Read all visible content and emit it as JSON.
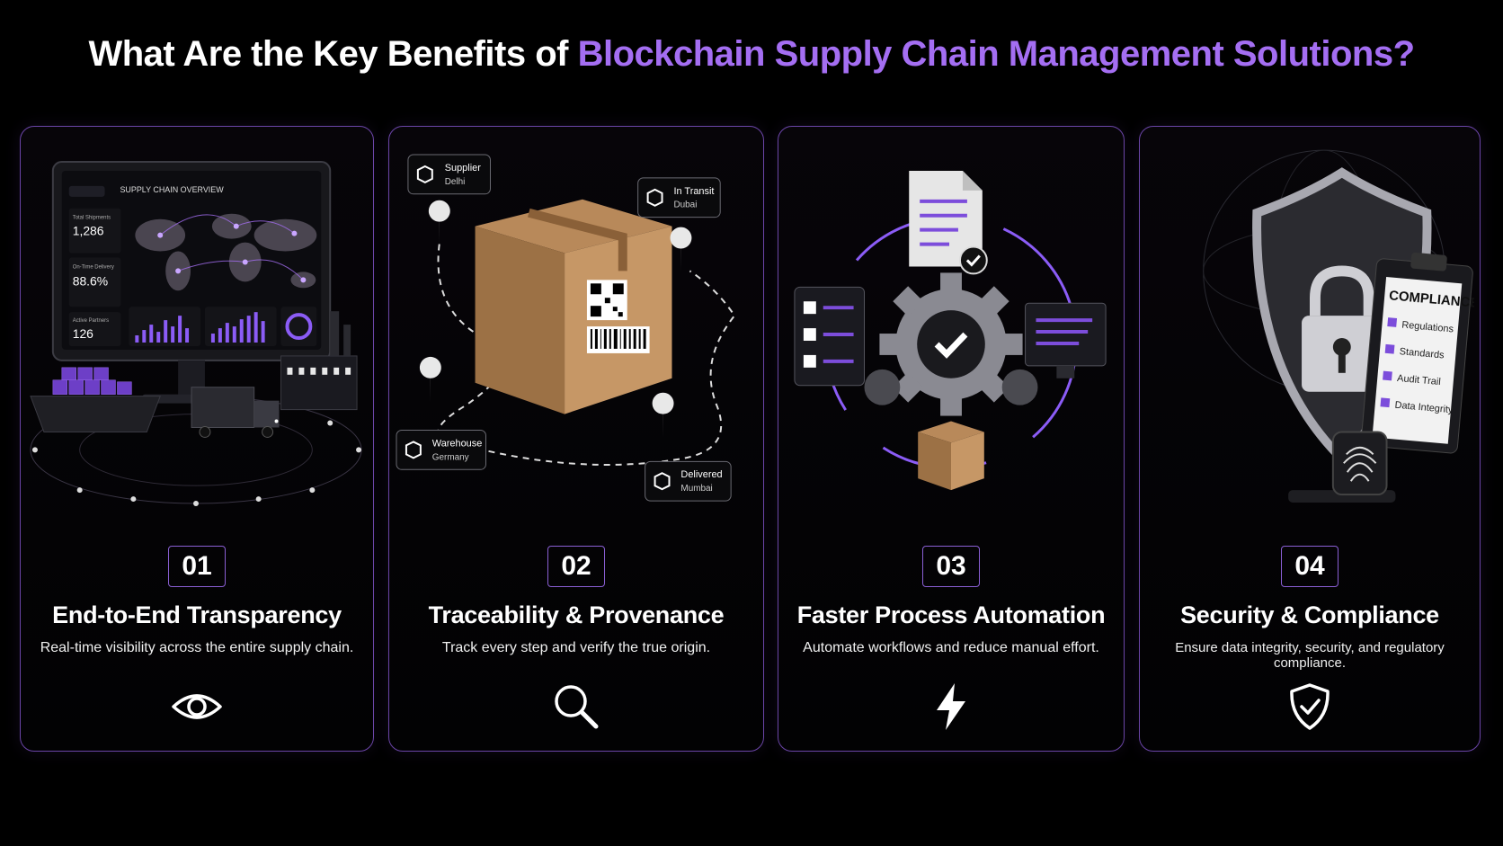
{
  "title": {
    "prefix": "What Are the Key Benefits of ",
    "highlight": "Blockchain Supply Chain Management Solutions?"
  },
  "colors": {
    "accent": "#a46ef2",
    "border": "#6b45a8",
    "background": "#000000"
  },
  "cards": [
    {
      "number": "01",
      "title": "End-to-End Transparency",
      "description": "Real-time visibility across the entire supply chain.",
      "icon": "eye-icon",
      "dashboard": {
        "header": "SUPPLY CHAIN OVERVIEW",
        "stats": [
          {
            "label": "Total Shipments",
            "value": "1,286"
          },
          {
            "label": "On-Time Delivery",
            "value": "88.6%"
          },
          {
            "label": "Active Partners",
            "value": "126"
          }
        ]
      }
    },
    {
      "number": "02",
      "title": "Traceability & Provenance",
      "description": "Track every step and verify the true origin.",
      "icon": "magnifier-icon",
      "locations": [
        {
          "name": "Supplier",
          "place": "Delhi"
        },
        {
          "name": "In Transit",
          "place": "Dubai"
        },
        {
          "name": "Warehouse",
          "place": "Germany"
        },
        {
          "name": "Delivered",
          "place": "Mumbai"
        }
      ]
    },
    {
      "number": "03",
      "title": "Faster Process Automation",
      "description": "Automate workflows and reduce manual effort.",
      "icon": "lightning-icon"
    },
    {
      "number": "04",
      "title": "Security & Compliance",
      "description": "Ensure data integrity, security, and regulatory compliance.",
      "icon": "shield-check-icon",
      "clipboard": {
        "header": "COMPLIANCE",
        "items": [
          "Regulations",
          "Standards",
          "Audit Trail",
          "Data Integrity"
        ]
      }
    }
  ]
}
